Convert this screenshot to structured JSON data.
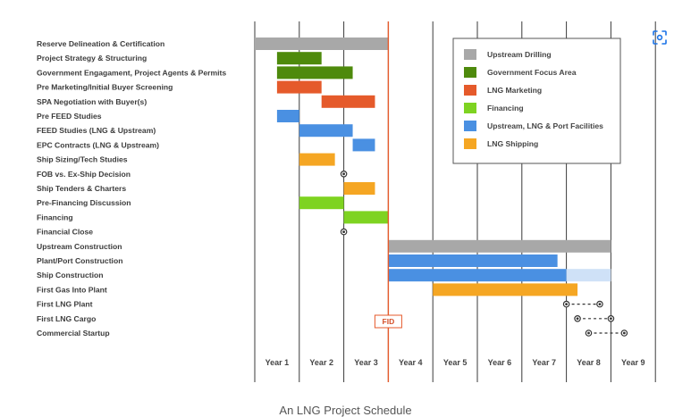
{
  "caption": "An LNG Project Schedule",
  "icons": {
    "corner": "focus-frame-icon"
  },
  "chart_data": {
    "type": "gantt",
    "title": "",
    "x_axis": {
      "unit": "year",
      "range": [
        0,
        9
      ],
      "tick_labels": [
        "Year 1",
        "Year 2",
        "Year 3",
        "Year 4",
        "Year 5",
        "Year 6",
        "Year 7",
        "Year 8",
        "Year 9"
      ]
    },
    "tasks": [
      "Reserve Delineation & Certification",
      "Project Strategy & Structuring",
      "Government Engagament, Project Agents & Permits",
      "Pre Marketing/Initial Buyer Screening",
      "SPA Negotiation with Buyer(s)",
      "Pre FEED Studies",
      "FEED Studies (LNG & Upstream)",
      "EPC Contracts (LNG & Upstream)",
      "Ship Sizing/Tech Studies",
      "FOB vs. Ex-Ship Decision",
      "Ship Tenders & Charters",
      "Pre-Financing Discussion",
      "Financing",
      "Financial Close",
      "Upstream Construction",
      "Plant/Port Construction",
      "Ship Construction",
      "First Gas Into Plant",
      "First LNG Plant",
      "First LNG Cargo",
      "Commercial Startup"
    ],
    "categories": [
      {
        "name": "Upstream Drilling",
        "color": "#a8a8a8"
      },
      {
        "name": "Government Focus Area",
        "color": "#4e8a0c"
      },
      {
        "name": "LNG Marketing",
        "color": "#e55a2b"
      },
      {
        "name": "Financing",
        "color": "#7ed321"
      },
      {
        "name": "Upstream, LNG & Port Facilities",
        "color": "#4a90e2"
      },
      {
        "name": "LNG Shipping",
        "color": "#f5a623"
      }
    ],
    "bars": [
      {
        "task": 0,
        "start": 0.0,
        "end": 3.0,
        "category": 0
      },
      {
        "task": 1,
        "start": 0.5,
        "end": 1.5,
        "category": 1
      },
      {
        "task": 2,
        "start": 0.5,
        "end": 2.2,
        "category": 1
      },
      {
        "task": 3,
        "start": 0.5,
        "end": 1.5,
        "category": 2
      },
      {
        "task": 4,
        "start": 1.5,
        "end": 2.7,
        "category": 2
      },
      {
        "task": 5,
        "start": 0.5,
        "end": 1.0,
        "category": 4
      },
      {
        "task": 6,
        "start": 1.0,
        "end": 2.2,
        "category": 4
      },
      {
        "task": 7,
        "start": 2.2,
        "end": 2.7,
        "category": 4
      },
      {
        "task": 8,
        "start": 1.0,
        "end": 1.8,
        "category": 5
      },
      {
        "task": 10,
        "start": 2.0,
        "end": 2.7,
        "category": 5
      },
      {
        "task": 11,
        "start": 1.0,
        "end": 2.0,
        "category": 3
      },
      {
        "task": 12,
        "start": 2.0,
        "end": 3.0,
        "category": 3
      },
      {
        "task": 14,
        "start": 3.0,
        "end": 8.0,
        "category": 0
      },
      {
        "task": 15,
        "start": 3.0,
        "end": 6.8,
        "category": 4
      },
      {
        "task": 16,
        "start": 3.0,
        "end": 7.0,
        "category": 4
      },
      {
        "task": 16,
        "start": 7.0,
        "end": 8.0,
        "category": 4,
        "light": true
      },
      {
        "task": 17,
        "start": 4.0,
        "end": 7.25,
        "category": 5
      }
    ],
    "milestones": [
      {
        "task": 9,
        "at": 2.0
      },
      {
        "task": 13,
        "at": 2.0
      }
    ],
    "ranges": [
      {
        "task": 18,
        "start": 7.0,
        "end": 7.75
      },
      {
        "task": 19,
        "start": 7.25,
        "end": 8.0
      },
      {
        "task": 20,
        "start": 7.5,
        "end": 8.3
      }
    ],
    "fid": {
      "label": "FID",
      "at": 3.0,
      "color": "#e55a2b"
    },
    "legend_position": "top-right",
    "grid": true
  }
}
